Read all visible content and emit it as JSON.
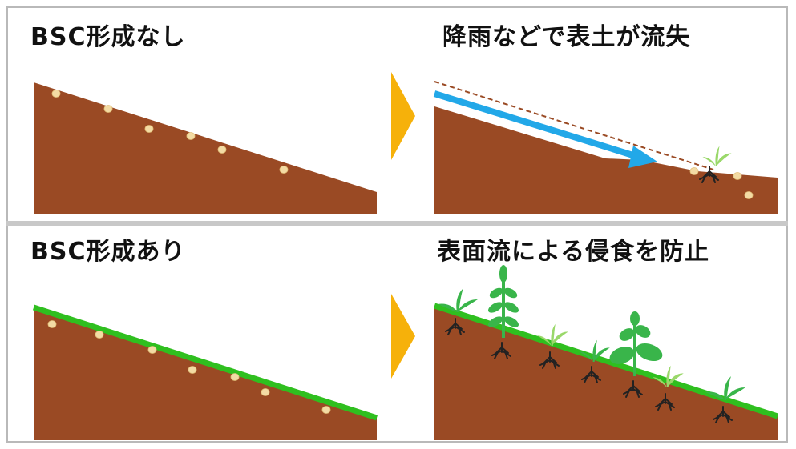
{
  "panels": {
    "top_left": {
      "label": "BSC形成なし"
    },
    "top_right": {
      "label": "降雨などで表土が流失"
    },
    "bottom_left": {
      "label": "BSC形成あり"
    },
    "bottom_right": {
      "label": "表面流による侵食を防止"
    }
  },
  "colors": {
    "soil": "#9a4a24",
    "crust": "#2fbf1f",
    "arrow_flow": "#22a8e8",
    "arrow_next": "#f6b10a",
    "seed": "#f3dba4",
    "plant": "#39b54a",
    "root": "#222222"
  },
  "icons": [
    "seed-icon",
    "flow-arrow-icon",
    "next-arrow-icon",
    "plant-icon",
    "root-icon"
  ]
}
